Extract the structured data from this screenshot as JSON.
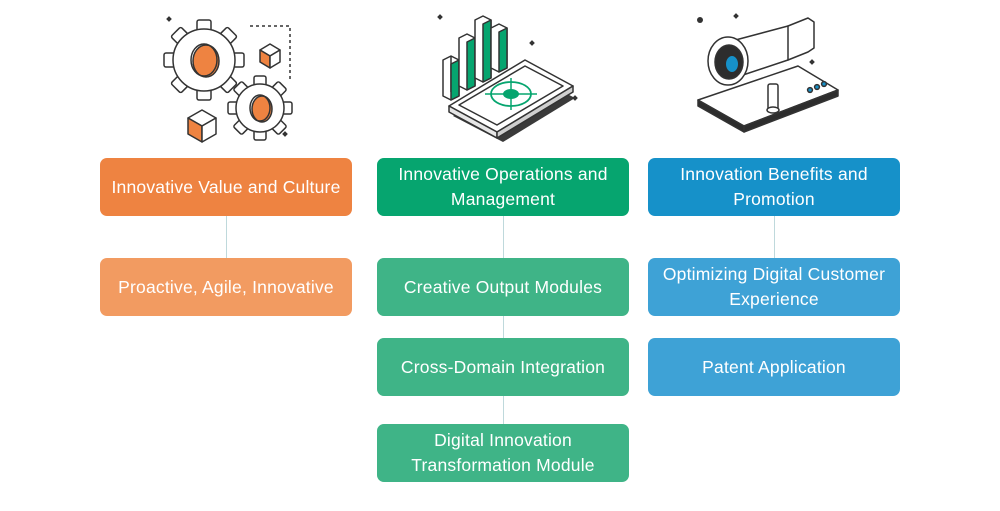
{
  "columns": [
    {
      "header": "Innovative Value and Culture",
      "items": [
        "Proactive, Agile, Innovative"
      ]
    },
    {
      "header": "Innovative Operations and Management",
      "items": [
        "Creative Output Modules",
        "Cross-Domain Integration",
        "Digital Innovation Transformation Module"
      ]
    },
    {
      "header": "Innovation Benefits and Promotion",
      "items": [
        "Optimizing Digital Customer Experience",
        "Patent Application"
      ]
    }
  ],
  "icons": [
    "gears-icon",
    "smartphone-bar-chart-icon",
    "megaphone-icon"
  ],
  "colors": {
    "orange": "#ee8341",
    "orange_light": "#f29b61",
    "green": "#06a56f",
    "green_light": "#3fb487",
    "blue": "#1691c9",
    "blue_light": "#3ea2d6",
    "outline": "#333333",
    "connector": "#bfd9dc"
  }
}
